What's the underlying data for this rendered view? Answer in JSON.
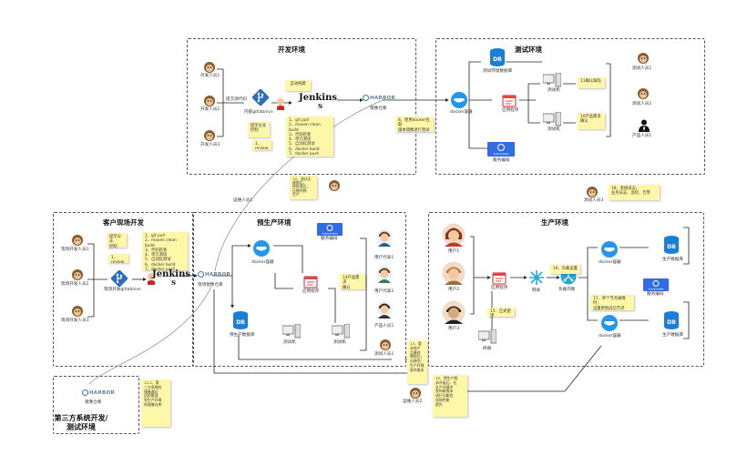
{
  "zones": {
    "dev": "开发环境",
    "test": "测试环境",
    "customer": "客户现场开发",
    "preprod": "预生产环境",
    "prod": "生产环境",
    "thirdparty": "第三方系统开发/\n测试环境"
  },
  "dev": {
    "developers": [
      "开发人员1",
      "开发人员2",
      "开发人员3"
    ],
    "commit_label": "提交源代码",
    "git_label": "内部gitlab/svn",
    "auto_build": "自动构建",
    "review_note": "提示分支\n控制",
    "review_step": "1、review",
    "build_steps": "1、git pull\n2、maven clean build\n3、代码检查\n4、单元测试\n5、自动化测试\n6、docker build\n7、docker push",
    "jenkins": "Jenkins",
    "harbor": "HARBOR",
    "image_repo": "镜像仓库",
    "deploy_note": "8、使用docker拉取\n版本镜像进行测试"
  },
  "test": {
    "db_label": "测试环境数据库",
    "app": "应用程序",
    "docker_container": "docker容器",
    "k8s": "服务编排",
    "tester_pc": "测试机",
    "note_11": "11确认缺陷",
    "note_10": "10产品需求\n确认",
    "roles": [
      "测试人员1",
      "测试人员2",
      "产品人员1"
    ]
  },
  "ops": {
    "ops1": "运维人员1",
    "note_12": "12、测试无\n缺陷后，\n经批准后，\n迁移到预\n生产",
    "tester3": "测试人员3",
    "note_18": "18、系统日志、\n业务日志、监控、告警"
  },
  "customer": {
    "developers": [
      "现场开发人员1",
      "现场开发人员2",
      "现场开发人员3"
    ],
    "review_note": "提示分支\n控制",
    "review_step": "1、review",
    "git_label": "现场开发gitlab/svn",
    "build_steps": "1、git pull\n2、maven clean build\n3、代码检查\n4、单元测试\n5、自动化测试\n6、docker build\n7、docker push",
    "jenkins": "Jenkins",
    "harbor": "HARBOR",
    "image_repo": "现场镜像仓库"
  },
  "preprod": {
    "k8s": "服务编排",
    "docker_container": "docker容器",
    "app": "应用程序",
    "db_label": "预生产数据库",
    "pc1": "测试机",
    "pc2": "测试机",
    "note_14": "14产品需求\n确认",
    "users": [
      "用户代表1",
      "用户代表2",
      "产品人员1"
    ],
    "tester": "测试人员1",
    "note_13": "13、版\n本经产\n品最终\n审核后，\n迁移到\n生产环境\n发布版本"
  },
  "prod": {
    "users": [
      "用户1",
      "用户2",
      "用户3"
    ],
    "app": "应用程序",
    "gateway": "网关",
    "lb": "负载均衡",
    "note_16": "16、负载设置",
    "note_15_verify": "15、正式使用",
    "note_17": "17、单个节点故障时，\n设置更新成功节点",
    "docker1": "docker容器",
    "docker2": "docker容器",
    "k8s": "服务编排",
    "db1": "生产数据库",
    "db2": "生产数据库",
    "terminal": "终端",
    "ops": "运维人员2",
    "note_15": "15、预生产版\n本升级后，在\n生产环境中\n发布新版本\n进行功能优\n化和性能\n提升"
  },
  "thirdparty": {
    "harbor": "HARBOR",
    "image_repo": "镜像仓库",
    "note": "12-2、第\n三方系统的\n镜像通过\n远程推送\n到生产环境\n的镜像仓库"
  },
  "colors": {
    "docker": "#2496ed",
    "db": "#1c7fd6",
    "jenkins": "#111111",
    "note": "#fff7a8",
    "k8s": "#326ce5",
    "app": "#e0474c"
  }
}
